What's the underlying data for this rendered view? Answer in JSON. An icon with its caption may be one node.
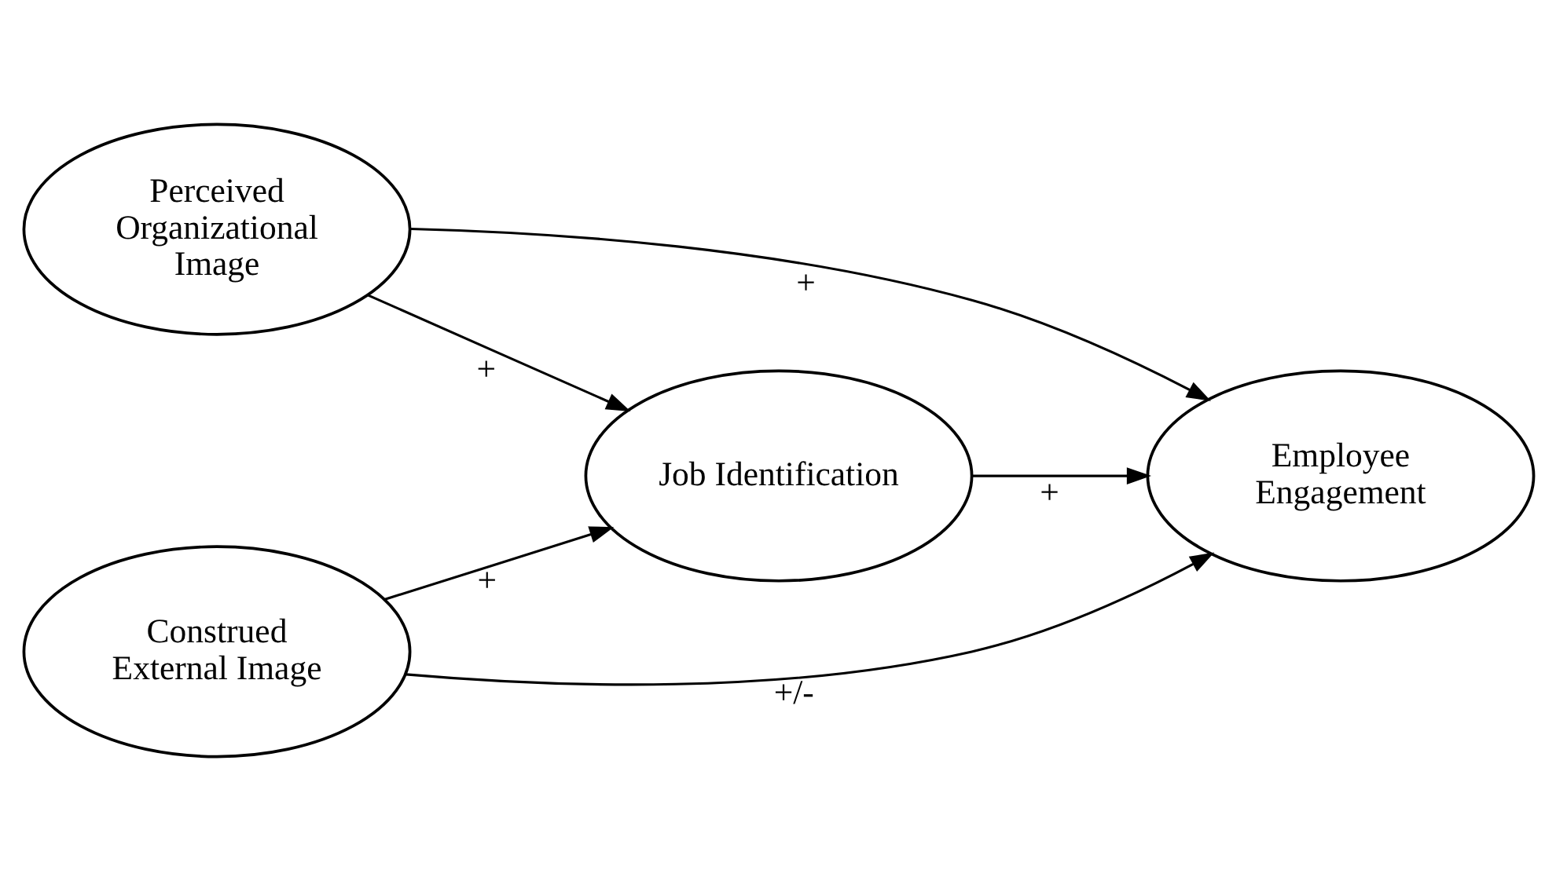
{
  "diagram": {
    "nodes": [
      {
        "text": [
          "Job Identification"
        ]
      },
      {
        "text": [
          "Perceived Organizational Image"
        ]
      },
      {
        "text": [
          "Construed External Image"
        ]
      },
      {
        "text": [
          "Employee Engagement"
        ]
      }
    ],
    "edges": [
      {
        "from": 0,
        "to": 3,
        "arrow": "to",
        "label": "+"
      },
      {
        "from": 1,
        "to": 0,
        "arrow": "to",
        "label": "+"
      },
      {
        "from": 1,
        "to": 3,
        "arrow": "to",
        "label": "+"
      },
      {
        "from": 2,
        "to": 0,
        "arrow": "to",
        "label": "+"
      },
      {
        "from": 2,
        "to": 3,
        "arrow": "to",
        "label": "+/-"
      }
    ]
  }
}
